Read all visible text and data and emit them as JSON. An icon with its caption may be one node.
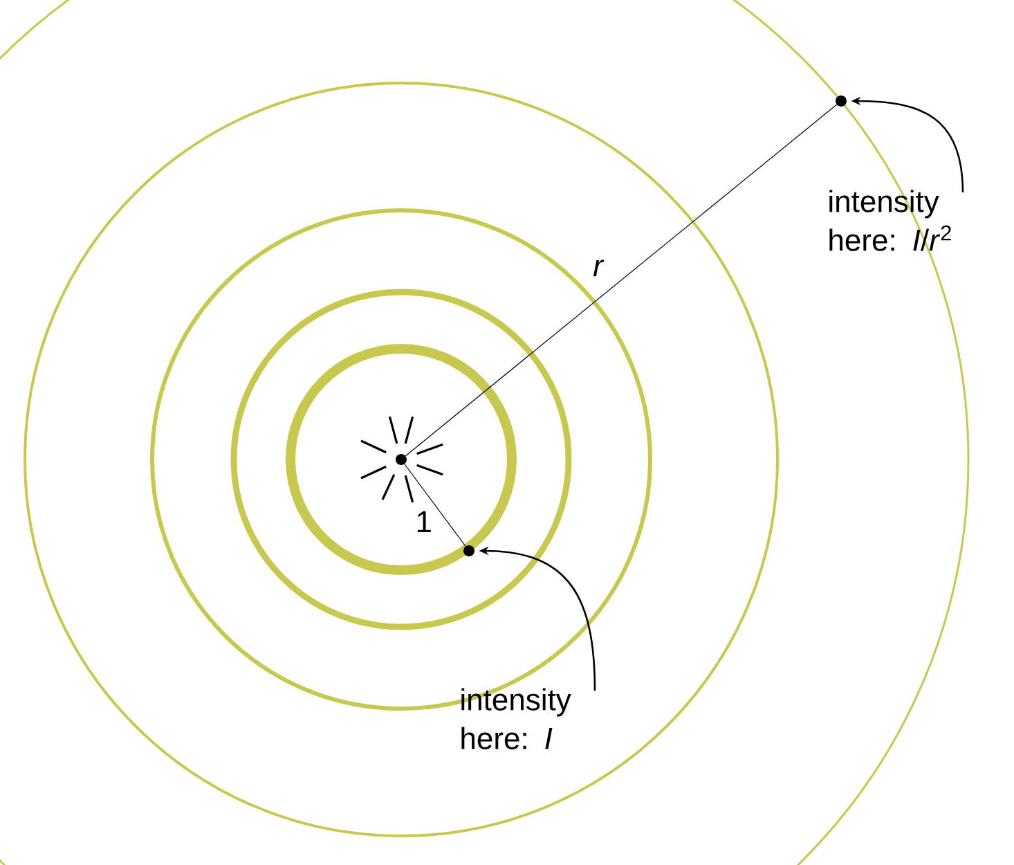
{
  "diagram": {
    "nodes": [
      {
        "text": [],
        "shape": "circle"
      },
      {
        "text": [],
        "shape": "circle"
      },
      {
        "text": [],
        "shape": "circle"
      },
      {
        "text": [
          "intensity here: *I*"
        ]
      },
      {
        "text": [
          "intensity here: *I*/*r*$^{2}$"
        ]
      }
    ],
    "edges": [
      {
        "from": 0,
        "to": 1,
        "arrow": "none",
        "label": "1"
      },
      {
        "from": 0,
        "to": 2,
        "arrow": "none",
        "label": "*r*"
      },
      {
        "from": 3,
        "to": 1,
        "arrow": "to"
      },
      {
        "from": 4,
        "to": 2,
        "arrow": "to"
      }
    ]
  }
}
